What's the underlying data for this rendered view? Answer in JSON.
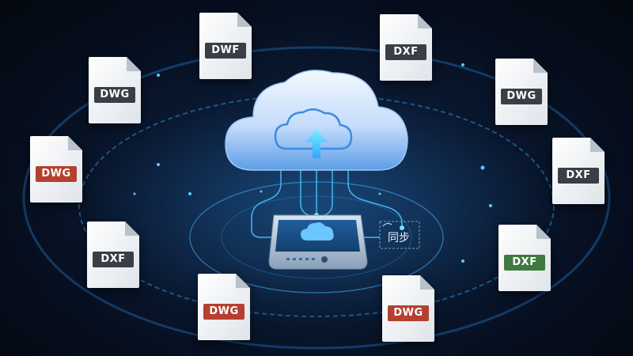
{
  "colors": {
    "background": "#060e1e",
    "glow": "#3fb6ff",
    "badge_dark": "#3a3f47",
    "badge_red": "#b5402f",
    "badge_green": "#3f7a3e",
    "cloud": "#cfe6ff"
  },
  "files": [
    {
      "label": "DWF",
      "variant": "dark"
    },
    {
      "label": "DXF",
      "variant": "dark"
    },
    {
      "label": "DWG",
      "variant": "dark"
    },
    {
      "label": "DWG",
      "variant": "dark"
    },
    {
      "label": "DWG",
      "variant": "red"
    },
    {
      "label": "DXF",
      "variant": "dark"
    },
    {
      "label": "DXF",
      "variant": "dark"
    },
    {
      "label": "DXF",
      "variant": "green"
    },
    {
      "label": "DWG",
      "variant": "red"
    },
    {
      "label": "DWG",
      "variant": "red"
    }
  ],
  "sync": {
    "label": "同步"
  },
  "icons": {
    "cloud": "cloud-icon",
    "upload": "upload-arrow-icon",
    "device": "tablet-icon",
    "sync": "sync-icon"
  }
}
